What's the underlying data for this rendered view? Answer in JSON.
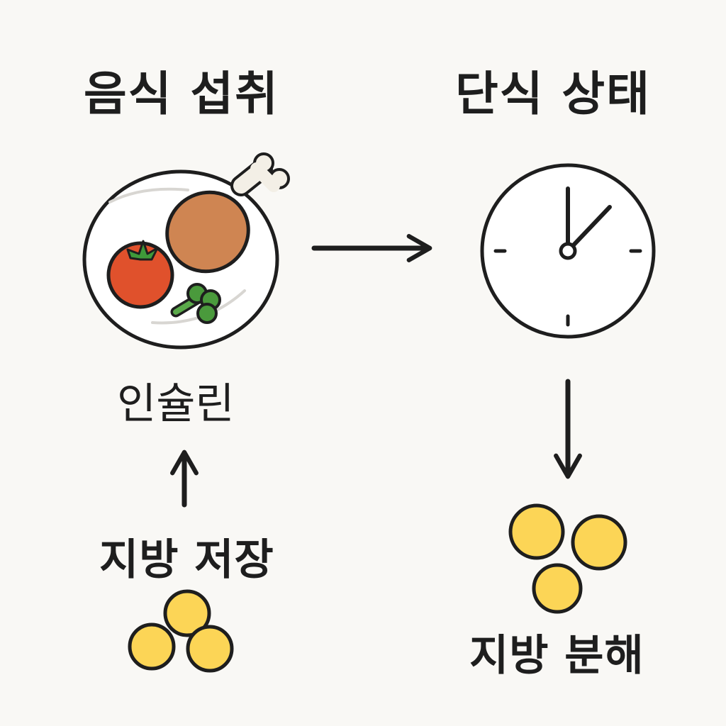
{
  "labels": {
    "food_intake": "음식 섭취",
    "fasting_state": "단식 상태",
    "insulin": "인슐린",
    "fat_storage": "지방 저장",
    "fat_breakdown": "지방 분해"
  },
  "icons": {
    "plate": "plate-with-food-icon",
    "clock": "clock-icon",
    "fat_cells_storage": "fat-cells-icon",
    "fat_cells_breakdown": "fat-cells-icon"
  },
  "colors": {
    "background": "#f9f8f5",
    "ink": "#1e1e1e",
    "chicken": "#cf8552",
    "tomato": "#e0512c",
    "broccoli": "#4a9a3c",
    "fat": "#fcd556",
    "bone": "#f3efe6"
  }
}
